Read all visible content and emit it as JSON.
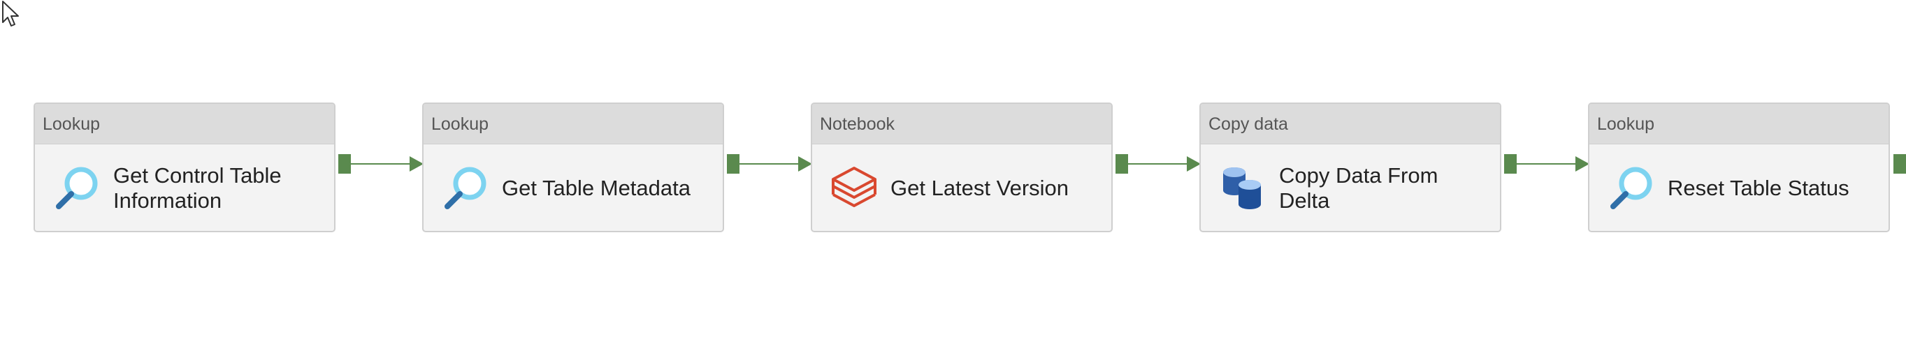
{
  "pipeline": {
    "activities": [
      {
        "type": "Lookup",
        "name_line1": "Get Control Table",
        "name_line2": "Information",
        "icon": "lookup-magnifier-icon"
      },
      {
        "type": "Lookup",
        "name_line1": "Get Table Metadata",
        "name_line2": "",
        "icon": "lookup-magnifier-icon"
      },
      {
        "type": "Notebook",
        "name_line1": "Get Latest Version",
        "name_line2": "",
        "icon": "databricks-notebook-icon"
      },
      {
        "type": "Copy data",
        "name_line1": "Copy Data From Delta",
        "name_line2": "",
        "icon": "copy-data-database-icon"
      },
      {
        "type": "Lookup",
        "name_line1": "Reset Table Status",
        "name_line2": "",
        "icon": "lookup-magnifier-icon"
      }
    ],
    "colors": {
      "connector": "#5a8a4e",
      "header_bg": "#dcdcdc",
      "card_bg": "#f3f3f3",
      "lookup_icon": "#7dd3f0",
      "notebook_icon": "#d9482f",
      "copy_icon": "#2f5fa8"
    }
  }
}
